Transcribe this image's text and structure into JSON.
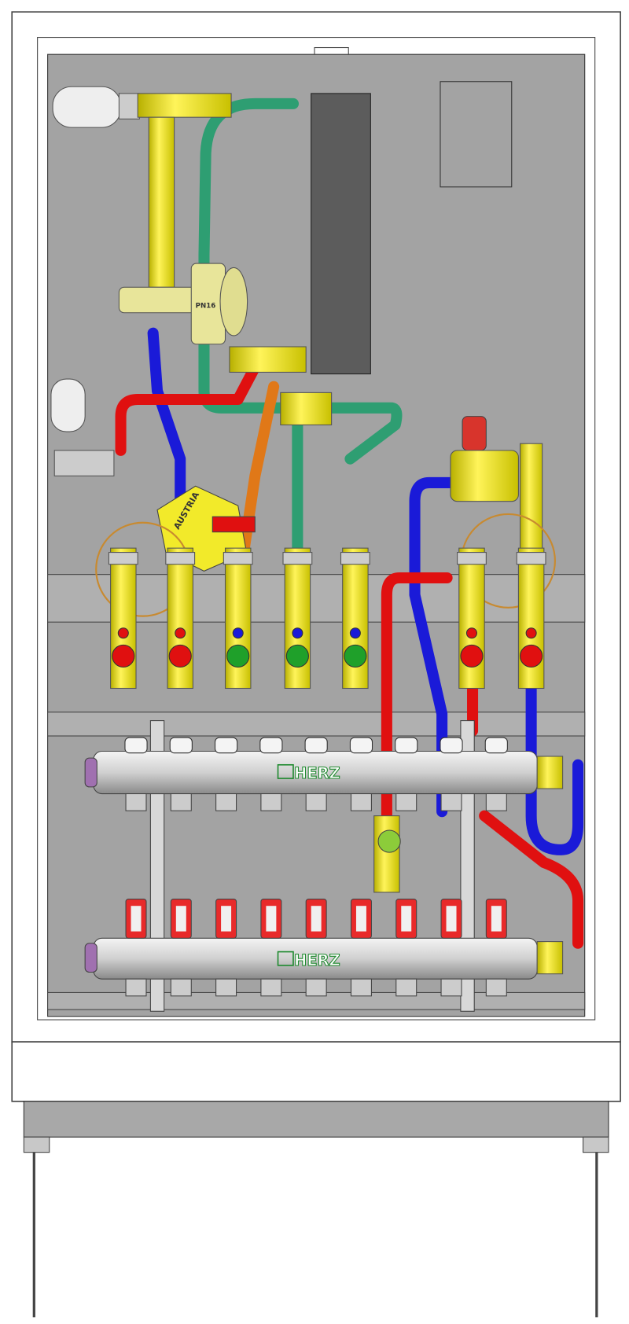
{
  "diagram": {
    "valve_label": "PN16",
    "pump_label": "AUSTRIA",
    "manifold_logos": [
      "HERZ",
      "HERZ"
    ],
    "colors": {
      "supply_pipe": "#e01010",
      "return_pipe": "#1a1ad8",
      "green_pipe": "#2e9e72",
      "orange_pipe": "#e07818",
      "brass_fitting": "#f2ea2a",
      "backplate": "#a3a3a3",
      "heat_exchanger": "#5c5c5c",
      "cabinet": "#ffffff"
    },
    "valve_handles": [
      "red",
      "red",
      "green",
      "green",
      "green",
      "red",
      "red"
    ],
    "manifold_outlets": 9
  }
}
